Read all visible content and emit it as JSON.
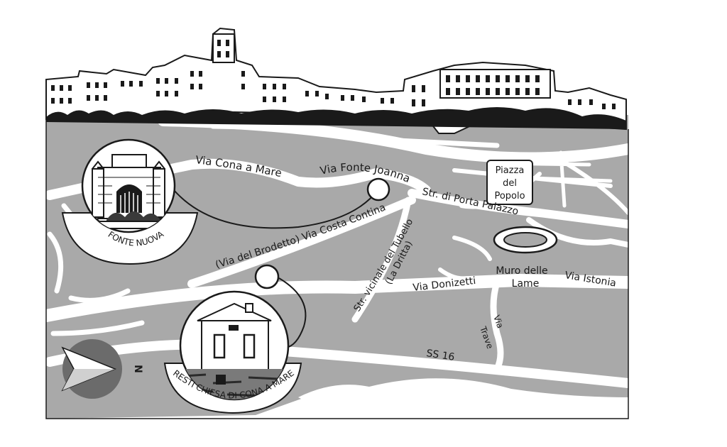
{
  "colors": {
    "land": "#a9a9a9",
    "road": "#ffffff",
    "ink": "#1a1a1a",
    "compass": "#6b6b6b"
  },
  "labels": {
    "via_cona_a_mare": "Via Cona a Mare",
    "via_fonte_joanna": "Via Fonte Joanna",
    "str_porta_palazzo": "Str. di Porta Palazzo",
    "piazza_line1": "Piazza",
    "piazza_line2": "del",
    "piazza_line3": "Popolo",
    "via_costa_contina": "(Via del Brodetto) Via Costa Contina",
    "str_vicinale": "Str. vicinale del Tubello",
    "la_dritta": "(La Dritta)",
    "via_donizetti": "Via Donizetti",
    "muro_line1": "Muro delle",
    "muro_line2": "Lame",
    "via_istonia": "Via Istonia",
    "via_trave_1": "Via",
    "via_trave_2": "Trave",
    "ss16": "SS 16",
    "north": "N"
  },
  "landmarks": {
    "fonte_nuova": "FONTE NUOVA",
    "resti_chiesa": "RESTI CHIESA DI CONA A MARE"
  },
  "icons": {
    "compass": "north-arrow-icon",
    "skyline": "town-skyline-illustration",
    "fountain": "fountain-illustration",
    "church": "church-ruins-illustration"
  }
}
